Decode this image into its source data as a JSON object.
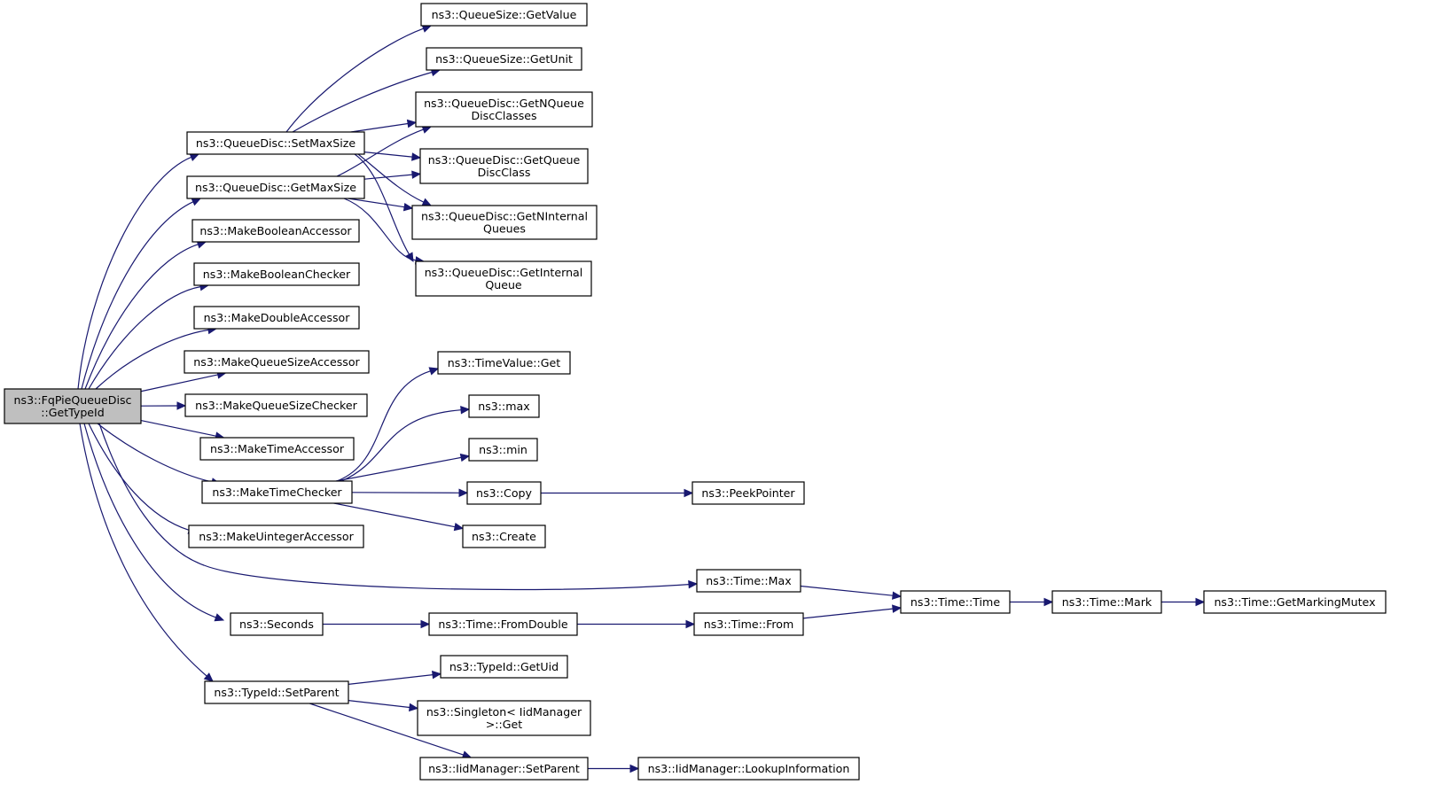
{
  "diagram": {
    "title": "",
    "colors": {
      "edge": "#191970",
      "root_fill": "#bfbfbf",
      "node_fill": "#ffffff",
      "node_border": "#000000"
    },
    "nodes": [
      {
        "id": "root",
        "lines": [
          "ns3::FqPieQueueDisc",
          "::GetTypeId"
        ],
        "highlight": true
      },
      {
        "id": "setmax",
        "lines": [
          "ns3::QueueDisc::SetMaxSize"
        ]
      },
      {
        "id": "getmax",
        "lines": [
          "ns3::QueueDisc::GetMaxSize"
        ]
      },
      {
        "id": "mkboolacc",
        "lines": [
          "ns3::MakeBooleanAccessor"
        ]
      },
      {
        "id": "mkboolchk",
        "lines": [
          "ns3::MakeBooleanChecker"
        ]
      },
      {
        "id": "mkdblacc",
        "lines": [
          "ns3::MakeDoubleAccessor"
        ]
      },
      {
        "id": "mkqsacc",
        "lines": [
          "ns3::MakeQueueSizeAccessor"
        ]
      },
      {
        "id": "mkqschk",
        "lines": [
          "ns3::MakeQueueSizeChecker"
        ]
      },
      {
        "id": "mktimeacc",
        "lines": [
          "ns3::MakeTimeAccessor"
        ]
      },
      {
        "id": "mktimechk",
        "lines": [
          "ns3::MakeTimeChecker"
        ]
      },
      {
        "id": "mkuintacc",
        "lines": [
          "ns3::MakeUintegerAccessor"
        ]
      },
      {
        "id": "seconds",
        "lines": [
          "ns3::Seconds"
        ]
      },
      {
        "id": "setparent",
        "lines": [
          "ns3::TypeId::SetParent"
        ]
      },
      {
        "id": "qsgetvalue",
        "lines": [
          "ns3::QueueSize::GetValue"
        ]
      },
      {
        "id": "qsgetunit",
        "lines": [
          "ns3::QueueSize::GetUnit"
        ]
      },
      {
        "id": "getnqdc",
        "lines": [
          "ns3::QueueDisc::GetNQueue",
          "DiscClasses"
        ]
      },
      {
        "id": "getqdc",
        "lines": [
          "ns3::QueueDisc::GetQueue",
          "DiscClass"
        ]
      },
      {
        "id": "getniq",
        "lines": [
          "ns3::QueueDisc::GetNInternal",
          "Queues"
        ]
      },
      {
        "id": "getiq",
        "lines": [
          "ns3::QueueDisc::GetInternal",
          "Queue"
        ]
      },
      {
        "id": "tvget",
        "lines": [
          "ns3::TimeValue::Get"
        ]
      },
      {
        "id": "max",
        "lines": [
          "ns3::max"
        ]
      },
      {
        "id": "min",
        "lines": [
          "ns3::min"
        ]
      },
      {
        "id": "copy",
        "lines": [
          "ns3::Copy"
        ]
      },
      {
        "id": "create",
        "lines": [
          "ns3::Create"
        ]
      },
      {
        "id": "peekptr",
        "lines": [
          "ns3::PeekPointer"
        ]
      },
      {
        "id": "timemax",
        "lines": [
          "ns3::Time::Max"
        ]
      },
      {
        "id": "fromdouble",
        "lines": [
          "ns3::Time::FromDouble"
        ]
      },
      {
        "id": "timefrom",
        "lines": [
          "ns3::Time::From"
        ]
      },
      {
        "id": "timetime",
        "lines": [
          "ns3::Time::Time"
        ]
      },
      {
        "id": "timemark",
        "lines": [
          "ns3::Time::Mark"
        ]
      },
      {
        "id": "markmutex",
        "lines": [
          "ns3::Time::GetMarkingMutex"
        ]
      },
      {
        "id": "getuid",
        "lines": [
          "ns3::TypeId::GetUid"
        ]
      },
      {
        "id": "singleton",
        "lines": [
          "ns3::Singleton< IidManager",
          ">::Get"
        ]
      },
      {
        "id": "iidsetparent",
        "lines": [
          "ns3::IidManager::SetParent"
        ]
      },
      {
        "id": "lookupinfo",
        "lines": [
          "ns3::IidManager::LookupInformation"
        ]
      }
    ],
    "edges": [
      [
        "root",
        "setmax"
      ],
      [
        "root",
        "getmax"
      ],
      [
        "root",
        "mkboolacc"
      ],
      [
        "root",
        "mkboolchk"
      ],
      [
        "root",
        "mkdblacc"
      ],
      [
        "root",
        "mkqsacc"
      ],
      [
        "root",
        "mkqschk"
      ],
      [
        "root",
        "mktimeacc"
      ],
      [
        "root",
        "mktimechk"
      ],
      [
        "root",
        "mkuintacc"
      ],
      [
        "root",
        "timemax"
      ],
      [
        "root",
        "seconds"
      ],
      [
        "root",
        "setparent"
      ],
      [
        "setmax",
        "qsgetvalue"
      ],
      [
        "setmax",
        "qsgetunit"
      ],
      [
        "setmax",
        "getnqdc"
      ],
      [
        "setmax",
        "getqdc"
      ],
      [
        "setmax",
        "getniq"
      ],
      [
        "setmax",
        "getiq"
      ],
      [
        "getmax",
        "getnqdc"
      ],
      [
        "getmax",
        "getqdc"
      ],
      [
        "getmax",
        "getniq"
      ],
      [
        "getmax",
        "getiq"
      ],
      [
        "mktimechk",
        "tvget"
      ],
      [
        "mktimechk",
        "max"
      ],
      [
        "mktimechk",
        "min"
      ],
      [
        "mktimechk",
        "copy"
      ],
      [
        "mktimechk",
        "create"
      ],
      [
        "copy",
        "peekptr"
      ],
      [
        "timemax",
        "timetime"
      ],
      [
        "seconds",
        "fromdouble"
      ],
      [
        "fromdouble",
        "timefrom"
      ],
      [
        "timefrom",
        "timetime"
      ],
      [
        "timetime",
        "timemark"
      ],
      [
        "timemark",
        "markmutex"
      ],
      [
        "setparent",
        "getuid"
      ],
      [
        "setparent",
        "singleton"
      ],
      [
        "setparent",
        "iidsetparent"
      ],
      [
        "iidsetparent",
        "lookupinfo"
      ]
    ]
  }
}
